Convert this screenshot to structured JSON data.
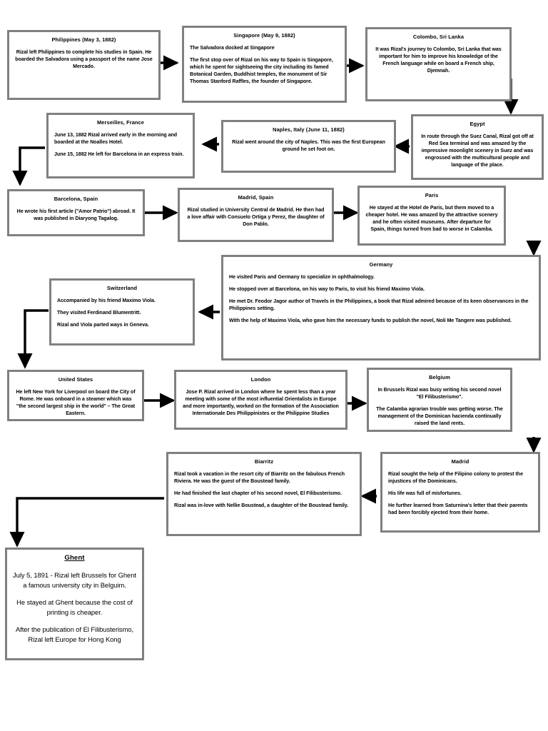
{
  "document": {
    "type": "flowchart",
    "subject": "Rizal's travels abroad (1882-1891)",
    "box_border_color": "#808080",
    "connector_color": "#000000",
    "background": "#ffffff"
  },
  "nodes": [
    {
      "id": "philippines",
      "title": "Philippines (May 3, 1882)",
      "align": "center",
      "paragraphs": [
        "Rizal left Philippines to complete his studies in Spain. He boarded the Salvadora using a passport of the name Jose Mercado."
      ]
    },
    {
      "id": "singapore",
      "title": "Singapore (May 9, 1882)",
      "align": "left",
      "paragraphs": [
        "The Salvadora docked at Singapore",
        "The first stop over of Rizal on his way to Spain is Singapore, which he spent for sightseeing the city including its famed Botanical Garden, Buddhist temples, the monument of Sir Thomas Stanford Raffles, the founder of Singapore."
      ]
    },
    {
      "id": "colombo",
      "title": "Colombo, Sri Lanka",
      "align": "center",
      "paragraphs": [
        "It was Rizal's journey to Colombo, Sri Lanka that was important for him to improve his knowledge of the French language while on board a French ship, Djemnah."
      ]
    },
    {
      "id": "egypt",
      "title": "Egypt",
      "align": "center",
      "paragraphs": [
        "In route through the Suez Canal, Rizal got off at Red Sea terminal and was amazed by the impressive moonlight scenery in Suez and was engrossed with the multicultural people and language of the place."
      ]
    },
    {
      "id": "naples",
      "title": "Naples, Italy (June 11, 1882)",
      "align": "center",
      "paragraphs": [
        "Rizal went around the city of Naples. This was the first European ground he set foot on."
      ]
    },
    {
      "id": "marseilles",
      "title": "Merseilles, France",
      "align": "left",
      "paragraphs": [
        "June 13, 1882 Rizal arrived early in the morning and boarded at the Noalles Hotel.",
        "June 15, 1882 He left for Barcelona in an express train."
      ]
    },
    {
      "id": "barcelona",
      "title": "Barcelona, Spain",
      "align": "center",
      "paragraphs": [
        "He wrote his first article (\"Amor Patrio\") abroad. It was published in Diaryong Tagalog."
      ]
    },
    {
      "id": "madrid-spain",
      "title": "Madrid, Spain",
      "align": "center",
      "paragraphs": [
        "Rizal studied in University Central de Madrid. He then had a love affair with Consuelo Ortiga y Perez, the daughter of Don Pablo."
      ]
    },
    {
      "id": "paris",
      "title": "Paris",
      "align": "center",
      "paragraphs": [
        "He stayed at the Hotel de Paris, but them moved to a cheaper hotel. He was amazed by the attractive scenery and he often visited museums. After departure for Spain, things turned from bad to worse in Calamba."
      ]
    },
    {
      "id": "germany",
      "title": "Germany",
      "align": "left",
      "paragraphs": [
        "He visited Paris and Germany to specialize in ophthalmology.",
        "He stopped over at Barcelona, on his way to Paris, to visit his friend Maximo Viola.",
        "He met Dr. Feodor Jagor author of Travels in the Philippines, a book that Rizal admired because of its keen observances in the Philippines setting.",
        "With the help of Maximo Viola, who gave him the necessary funds to publish the novel, Noli Me Tangere was published."
      ]
    },
    {
      "id": "switzerland",
      "title": "Switzerland",
      "align": "left",
      "paragraphs": [
        "Accompanied by his friend Maximo Viola.",
        "They visited Ferdinand Blumentritt.",
        "Rizal and Viola parted ways in Geneva."
      ]
    },
    {
      "id": "united-states",
      "title": "United States",
      "align": "center",
      "paragraphs": [
        "He left New York for Liverpool on board the City of Rome. He was onboard in a steamer which was \"the second largest ship in the world\" – The Great Eastern."
      ]
    },
    {
      "id": "london",
      "title": "London",
      "align": "center",
      "paragraphs": [
        "Jose P. Rizal arrived in London where he spent less than a year meeting with some of the most influential Orientalists in Europe and more importantly, worked on the formation of the Association Internationale Des Philippinistes or the Philippine Studies"
      ]
    },
    {
      "id": "belgium",
      "title": "Belgium",
      "align": "center",
      "paragraphs": [
        "In Brussels Rizal was busy writing his second novel \"El Filibusterismo\".",
        "The Calamba agrarian trouble was getting worse. The management of the Dominican hacienda continually raised the land rents."
      ]
    },
    {
      "id": "biarritz",
      "title": "Biarritz",
      "align": "left",
      "paragraphs": [
        "Rizal took a vacation in the resort city of Biarritz on the fabulous French Riviera. He was the guest of the Boustead family.",
        "He had finished the last chapter of his second novel, El Filibusterismo.",
        "Rizal was in-love with Nellie Boustead, a daughter of the Boustead family."
      ]
    },
    {
      "id": "madrid",
      "title": "Madrid",
      "align": "left",
      "paragraphs": [
        "Rizal sought the help of the Filipino colony to protest the injustices of the Dominicans.",
        "His life was full of misfortunes.",
        "He further learned from Saturnina's letter that their parents had been forcibly ejected from their home."
      ]
    },
    {
      "id": "ghent",
      "title": "Ghent",
      "align": "center",
      "paragraphs": [
        "July 5, 1891 - Rizal left Brussels for Ghent a famous university city in Belguim.",
        "He stayed at Ghent because the cost of printing is cheaper.",
        "After the publication of El Filibusterismo, Rizal left Europe for Hong Kong"
      ]
    }
  ],
  "connectors": [
    {
      "from": "philippines",
      "to": "singapore",
      "direction": "right"
    },
    {
      "from": "singapore",
      "to": "colombo",
      "direction": "right"
    },
    {
      "from": "colombo",
      "to": "egypt",
      "direction": "down"
    },
    {
      "from": "egypt",
      "to": "naples",
      "direction": "left"
    },
    {
      "from": "naples",
      "to": "marseilles",
      "direction": "left"
    },
    {
      "from": "marseilles",
      "to": "barcelona",
      "direction": "down-left"
    },
    {
      "from": "barcelona",
      "to": "madrid-spain",
      "direction": "right"
    },
    {
      "from": "madrid-spain",
      "to": "paris",
      "direction": "right"
    },
    {
      "from": "paris",
      "to": "germany",
      "direction": "down"
    },
    {
      "from": "germany",
      "to": "switzerland",
      "direction": "left"
    },
    {
      "from": "switzerland",
      "to": "united-states",
      "direction": "down-left"
    },
    {
      "from": "united-states",
      "to": "london",
      "direction": "right"
    },
    {
      "from": "london",
      "to": "belgium",
      "direction": "right"
    },
    {
      "from": "belgium",
      "to": "madrid",
      "direction": "down"
    },
    {
      "from": "madrid",
      "to": "biarritz",
      "direction": "left"
    },
    {
      "from": "biarritz",
      "to": "ghent",
      "direction": "down-left"
    }
  ]
}
